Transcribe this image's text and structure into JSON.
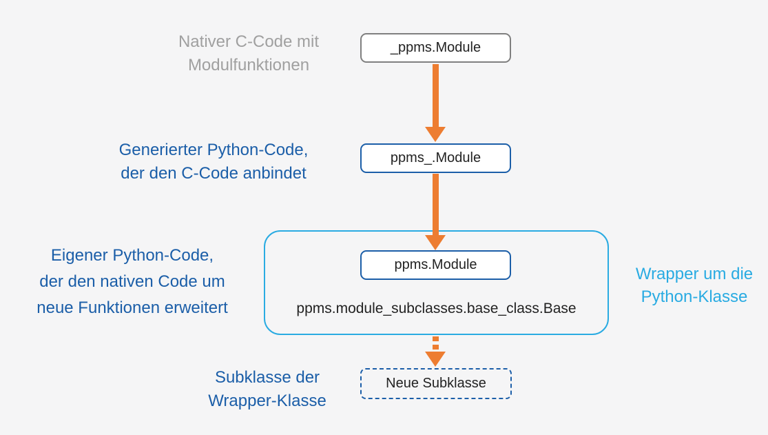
{
  "colors": {
    "background": "#F5F5F6",
    "orange": "#ED7D31",
    "blue": "#1B5EA8",
    "cyan": "#29ABE2",
    "gray-text": "#A0A0A0",
    "gray-border": "#7F7F7F",
    "node-text": "#222222"
  },
  "labels": {
    "native_c": [
      "Nativer C-Code mit",
      "Modulfunktionen"
    ],
    "generated_python": [
      "Generierter Python-Code,",
      "der den C-Code anbindet"
    ],
    "own_python": [
      "Eigener Python-Code,",
      "der den nativen Code um",
      "neue Funktionen erweitert"
    ],
    "wrapper_right": [
      "Wrapper um die",
      "Python-Klasse"
    ],
    "subclass_left": [
      "Subklasse der",
      "Wrapper-Klasse"
    ]
  },
  "nodes": {
    "native_module": "_ppms.Module",
    "generated_module": "ppms_.Module",
    "wrapper_module": "ppms.Module",
    "base_class": "ppms.module_subclasses.base_class.Base",
    "new_subclass": "Neue Subklasse"
  }
}
